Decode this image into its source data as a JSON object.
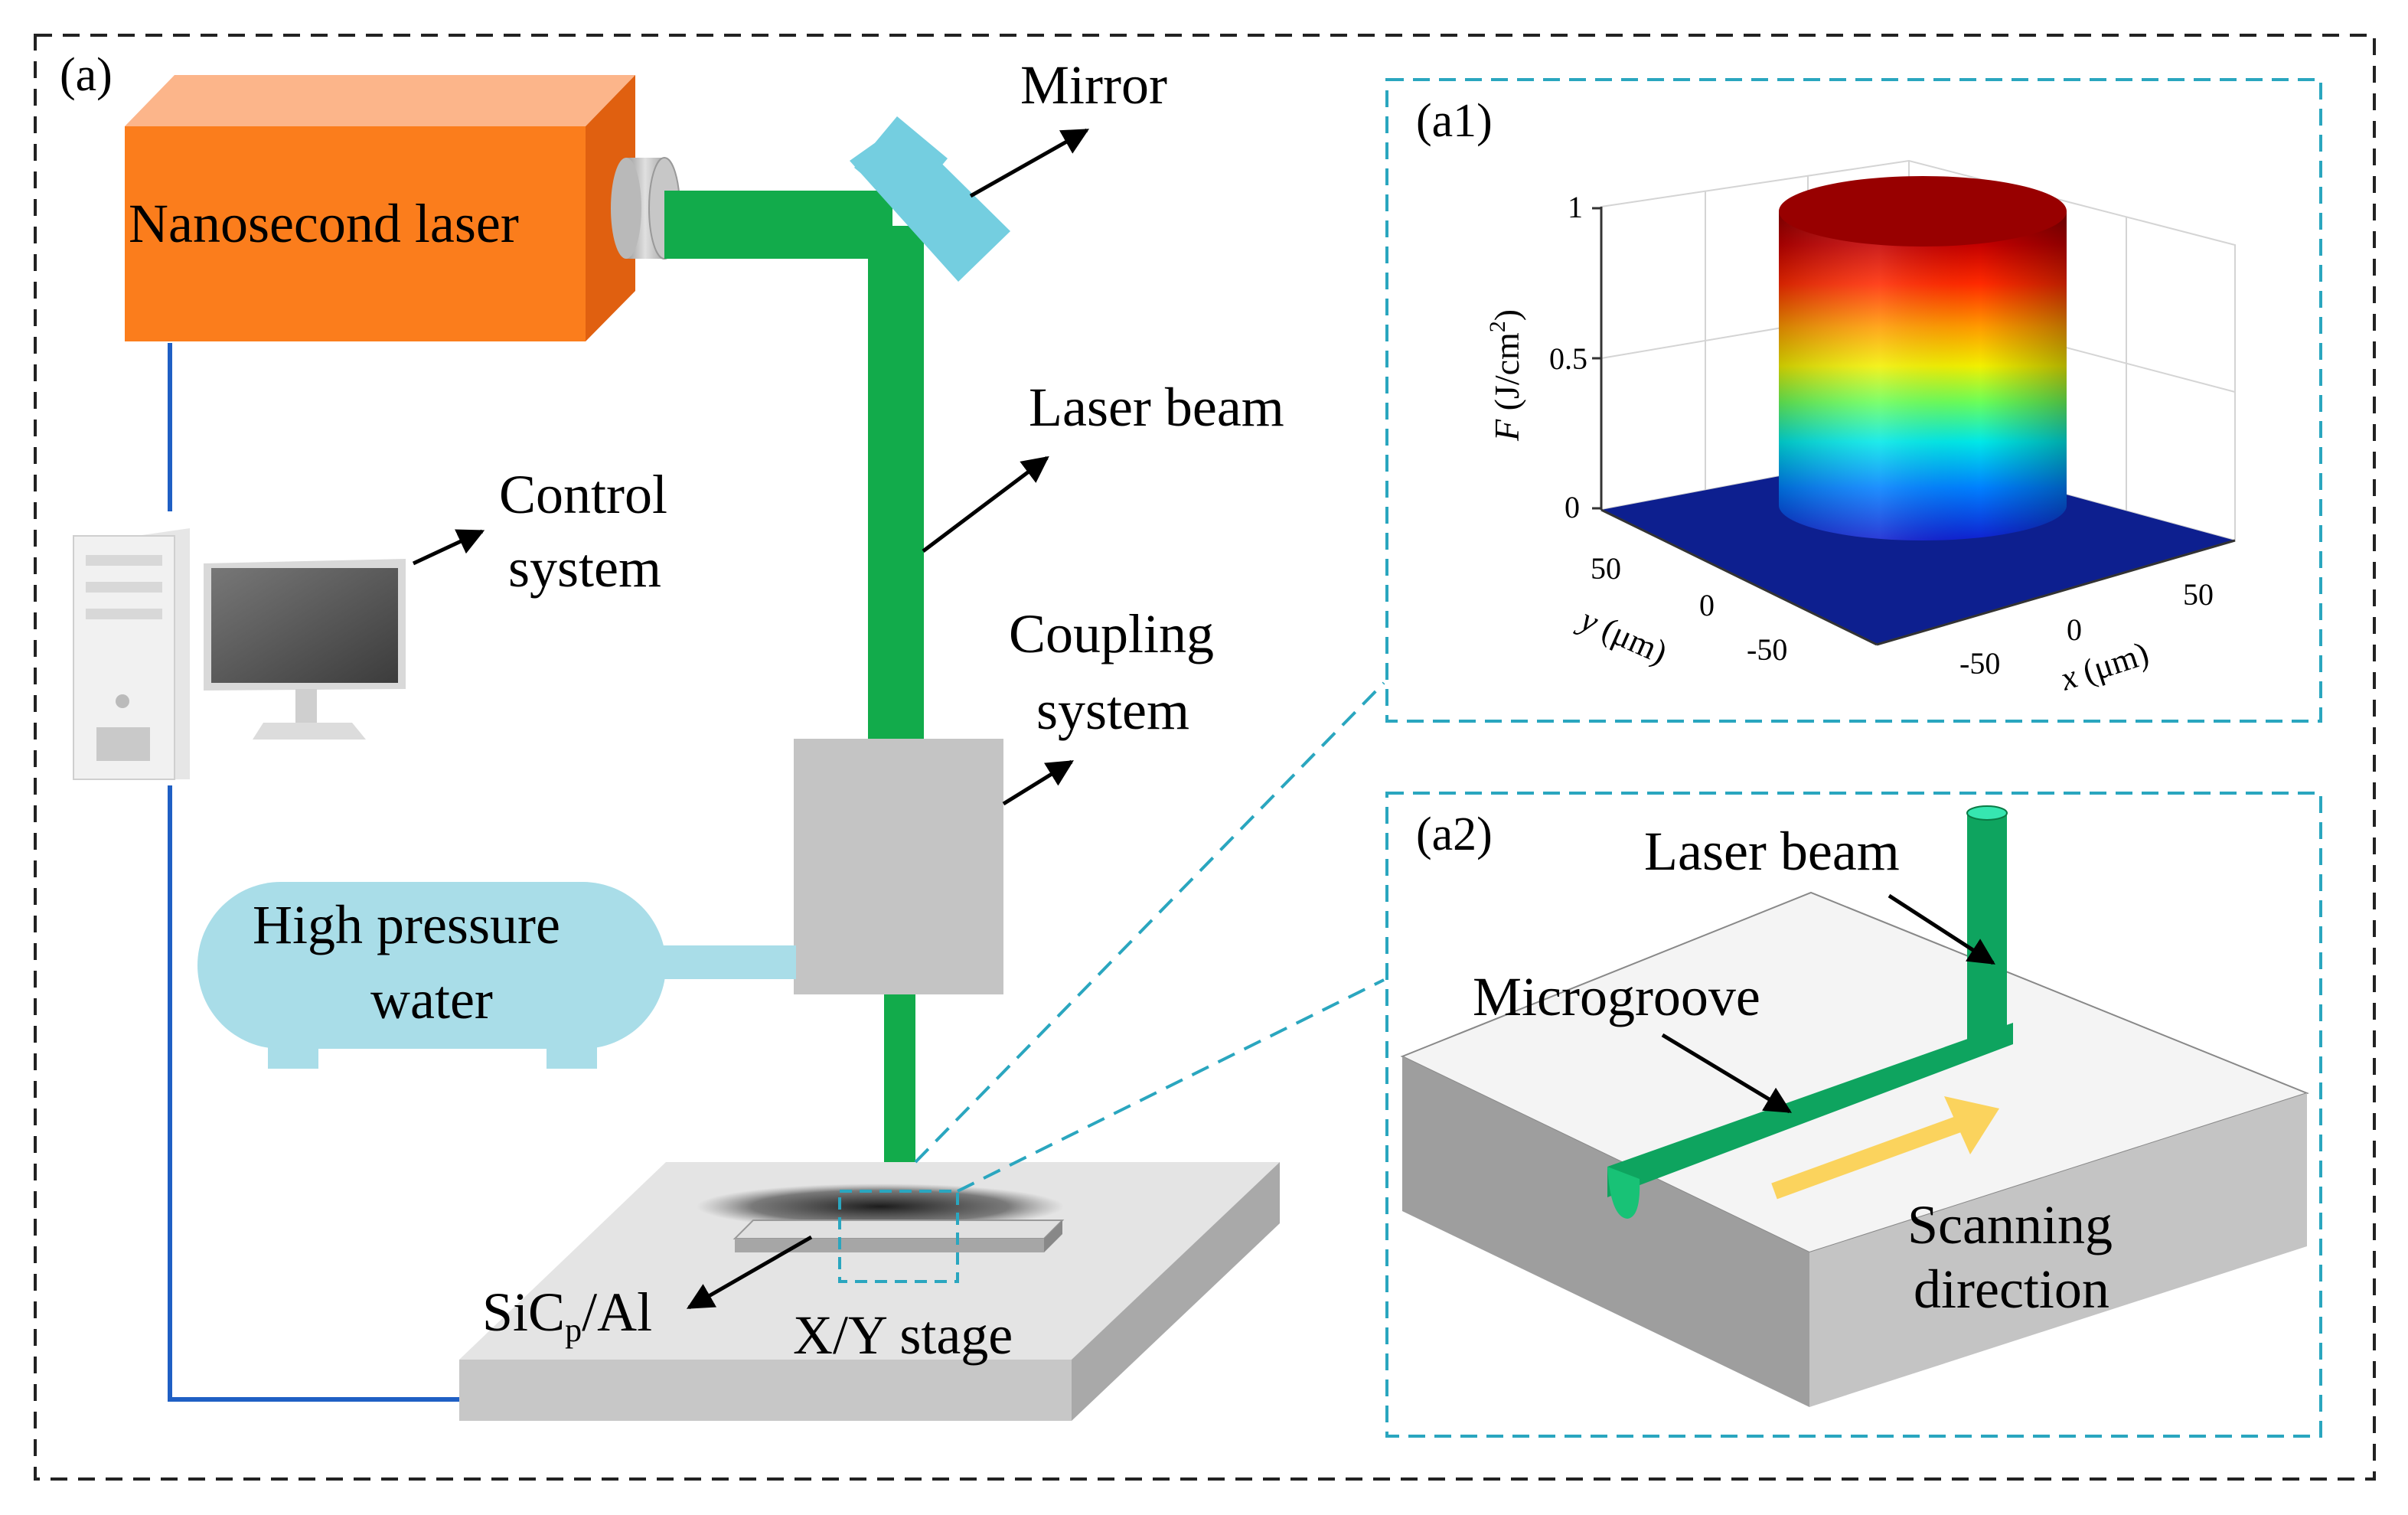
{
  "panels": {
    "main": "(a)",
    "a1": "(a1)",
    "a2": "(a2)"
  },
  "labels": {
    "laser": "Nanosecond laser",
    "mirror": "Mirror",
    "laser_beam": "Laser beam",
    "control_line1": "Control",
    "control_line2": "system",
    "coupling_line1": "Coupling",
    "coupling_line2": "system",
    "water_line1": "High pressure",
    "water_line2": "water",
    "sic_main": "SiC",
    "sic_sub": "p",
    "sic_tail": "/Al",
    "stage": "X/Y stage"
  },
  "a1_plot": {
    "z_label_italic": "F",
    "z_label_rest": " (J/cm",
    "z_label_sup": "2",
    "z_label_close": ")",
    "z_ticks": [
      "1",
      "0.5",
      "0"
    ],
    "y_ticks": [
      "50",
      "0",
      "-50"
    ],
    "x_ticks": [
      "50",
      "0",
      "-50"
    ],
    "y_label_italic": "y",
    "y_label_rest": " (μm)",
    "x_label_italic": "x",
    "x_label_rest": " (μm)"
  },
  "a2_labels": {
    "laser_beam": "Laser beam",
    "microgroove": "Microgroove",
    "scanning_line1": "Scanning",
    "scanning_line2": "direction"
  },
  "colors": {
    "beam": "#12ab4b",
    "laser_body": "#fb7d1c",
    "mirror": "#74cee0",
    "water": "#a9dde8",
    "wire": "#1f5fc4",
    "dash": "#2aa6bf",
    "arrow_yellow": "#fbd35d"
  }
}
